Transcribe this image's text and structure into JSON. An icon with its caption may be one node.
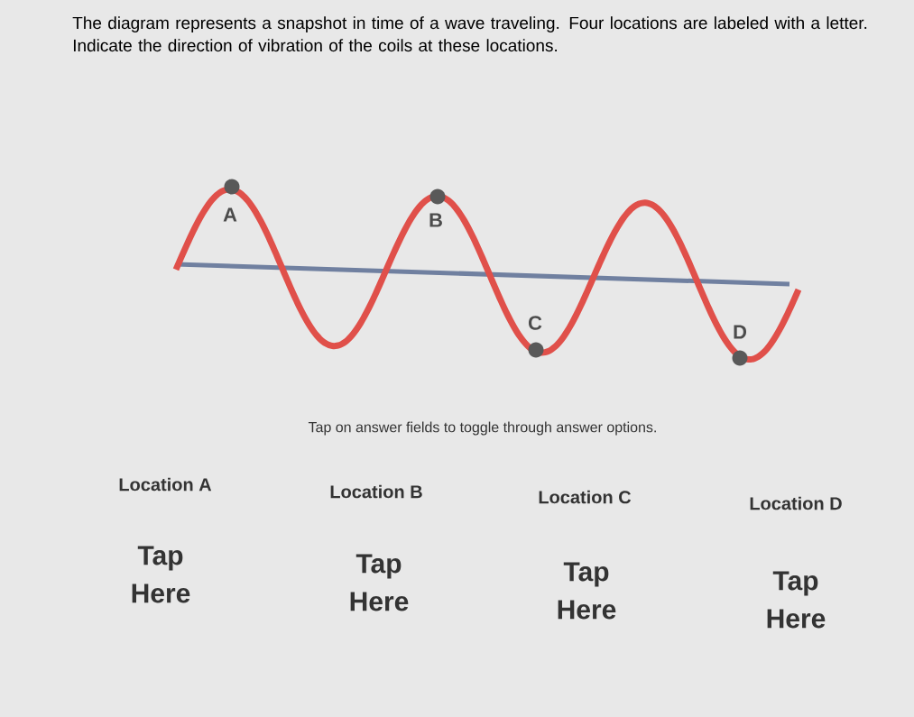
{
  "diagram": {
    "title": "The diagram represents a snapshot in time of a wave traveling. Four locations are labeled with a letter. Indicate the direction of vibration of the coils at these locations.",
    "nodes": [
      {
        "text": [],
        "shape": "circle",
        "beside": [
          "A"
        ]
      },
      {
        "text": [],
        "shape": "circle",
        "beside": [
          "B"
        ]
      },
      {
        "text": [],
        "shape": "circle",
        "beside": [
          "C"
        ]
      },
      {
        "text": [],
        "shape": "circle",
        "beside": [
          "D"
        ]
      }
    ],
    "labels": [
      "Tap on answer fields to toggle through answer options.",
      "Location A",
      "Location B",
      "Location C",
      "Location D",
      "Tap Here",
      "Tap Here",
      "Tap Here",
      "Tap Here"
    ]
  }
}
